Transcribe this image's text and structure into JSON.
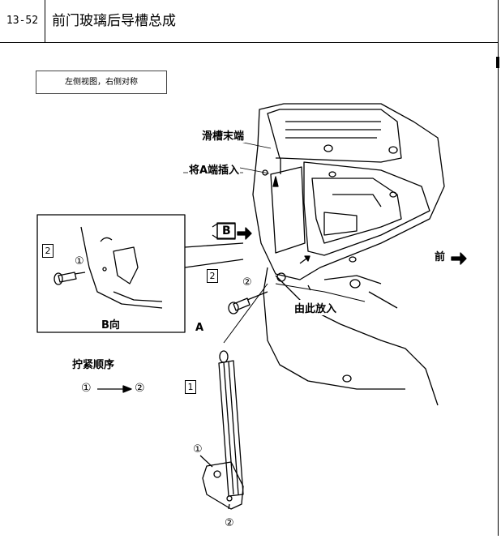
{
  "header": {
    "page_number": "13-52",
    "title": "前门玻璃后导槽总成"
  },
  "note": "左侧视图，右侧对称",
  "callouts": {
    "channel_end": "滑槽末端",
    "insert_a": "将A端插入",
    "put_here": "由此放入",
    "front": "前",
    "view_b": "B向",
    "view_b_letter": "B",
    "end_a": "A",
    "tighten_order": "拧紧顺序",
    "order_from": "①",
    "order_to": "②",
    "part_1": "1",
    "part_2": "2",
    "step_1": "①",
    "step_2": "②"
  }
}
